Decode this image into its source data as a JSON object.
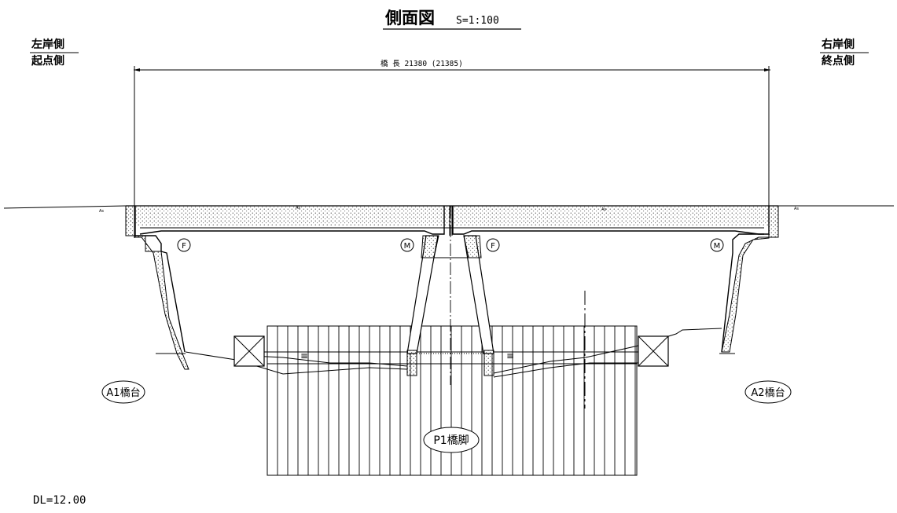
{
  "title": {
    "main": "側面図",
    "scale": "S=1:100"
  },
  "side_left": {
    "line1": "左岸側",
    "line2": "起点側"
  },
  "side_right": {
    "line1": "右岸側",
    "line2": "終点側"
  },
  "bridge_length": "橋 長 21380 (21385)",
  "deck_labels": {
    "left_ground": "As",
    "span1": "As",
    "span2": "As",
    "right_ground": "As"
  },
  "bearings": {
    "a1": "F",
    "p1_left": "M",
    "p1_right": "F",
    "a2": "M"
  },
  "water_level_symbol": "≡",
  "labels": {
    "a1": "A1橋台",
    "a2": "A2橋台",
    "p1": "P1橋脚"
  },
  "datum": "DL=12.00"
}
